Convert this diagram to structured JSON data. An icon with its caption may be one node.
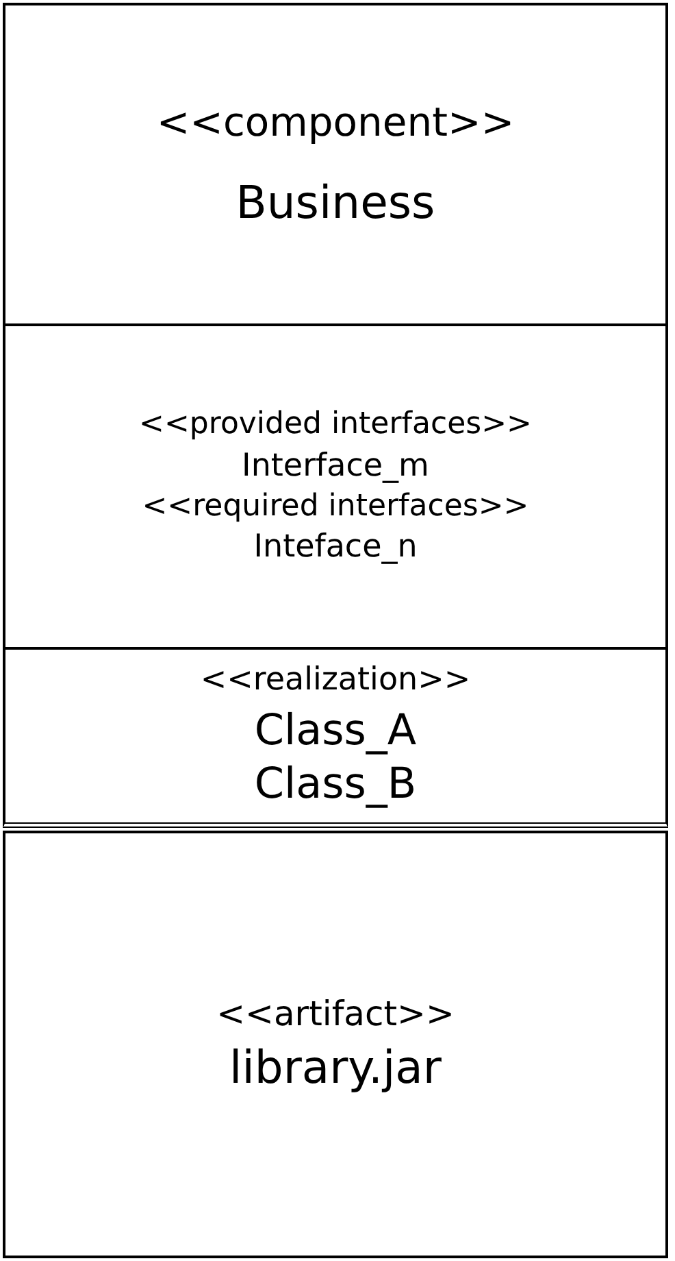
{
  "diagram": {
    "nodes": [
      {
        "text": [
          "<<component>>",
          "Business"
        ]
      },
      {
        "text": [
          "<<provided interfaces>>",
          "Interface_m",
          "<<required interfaces>>",
          "Inteface_n"
        ]
      },
      {
        "text": [
          "<<realization>>",
          "Class_A",
          "Class_B"
        ]
      },
      {
        "text": [
          "<<artifact>>",
          "library.jar"
        ]
      }
    ]
  }
}
